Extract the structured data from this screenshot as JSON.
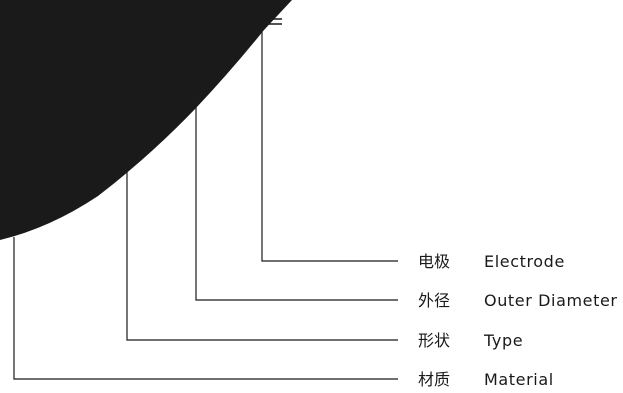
{
  "callouts": [
    {
      "zh": "电极",
      "en": "Electrode"
    },
    {
      "zh": "外径",
      "en": "Outer Diameter"
    },
    {
      "zh": "形状",
      "en": "Type"
    },
    {
      "zh": "材质",
      "en": "Material"
    }
  ],
  "colors": {
    "shape_fill": "#1a1a1a",
    "line": "#1a1a1a",
    "text": "#1a1a1a",
    "background": "#ffffff"
  }
}
